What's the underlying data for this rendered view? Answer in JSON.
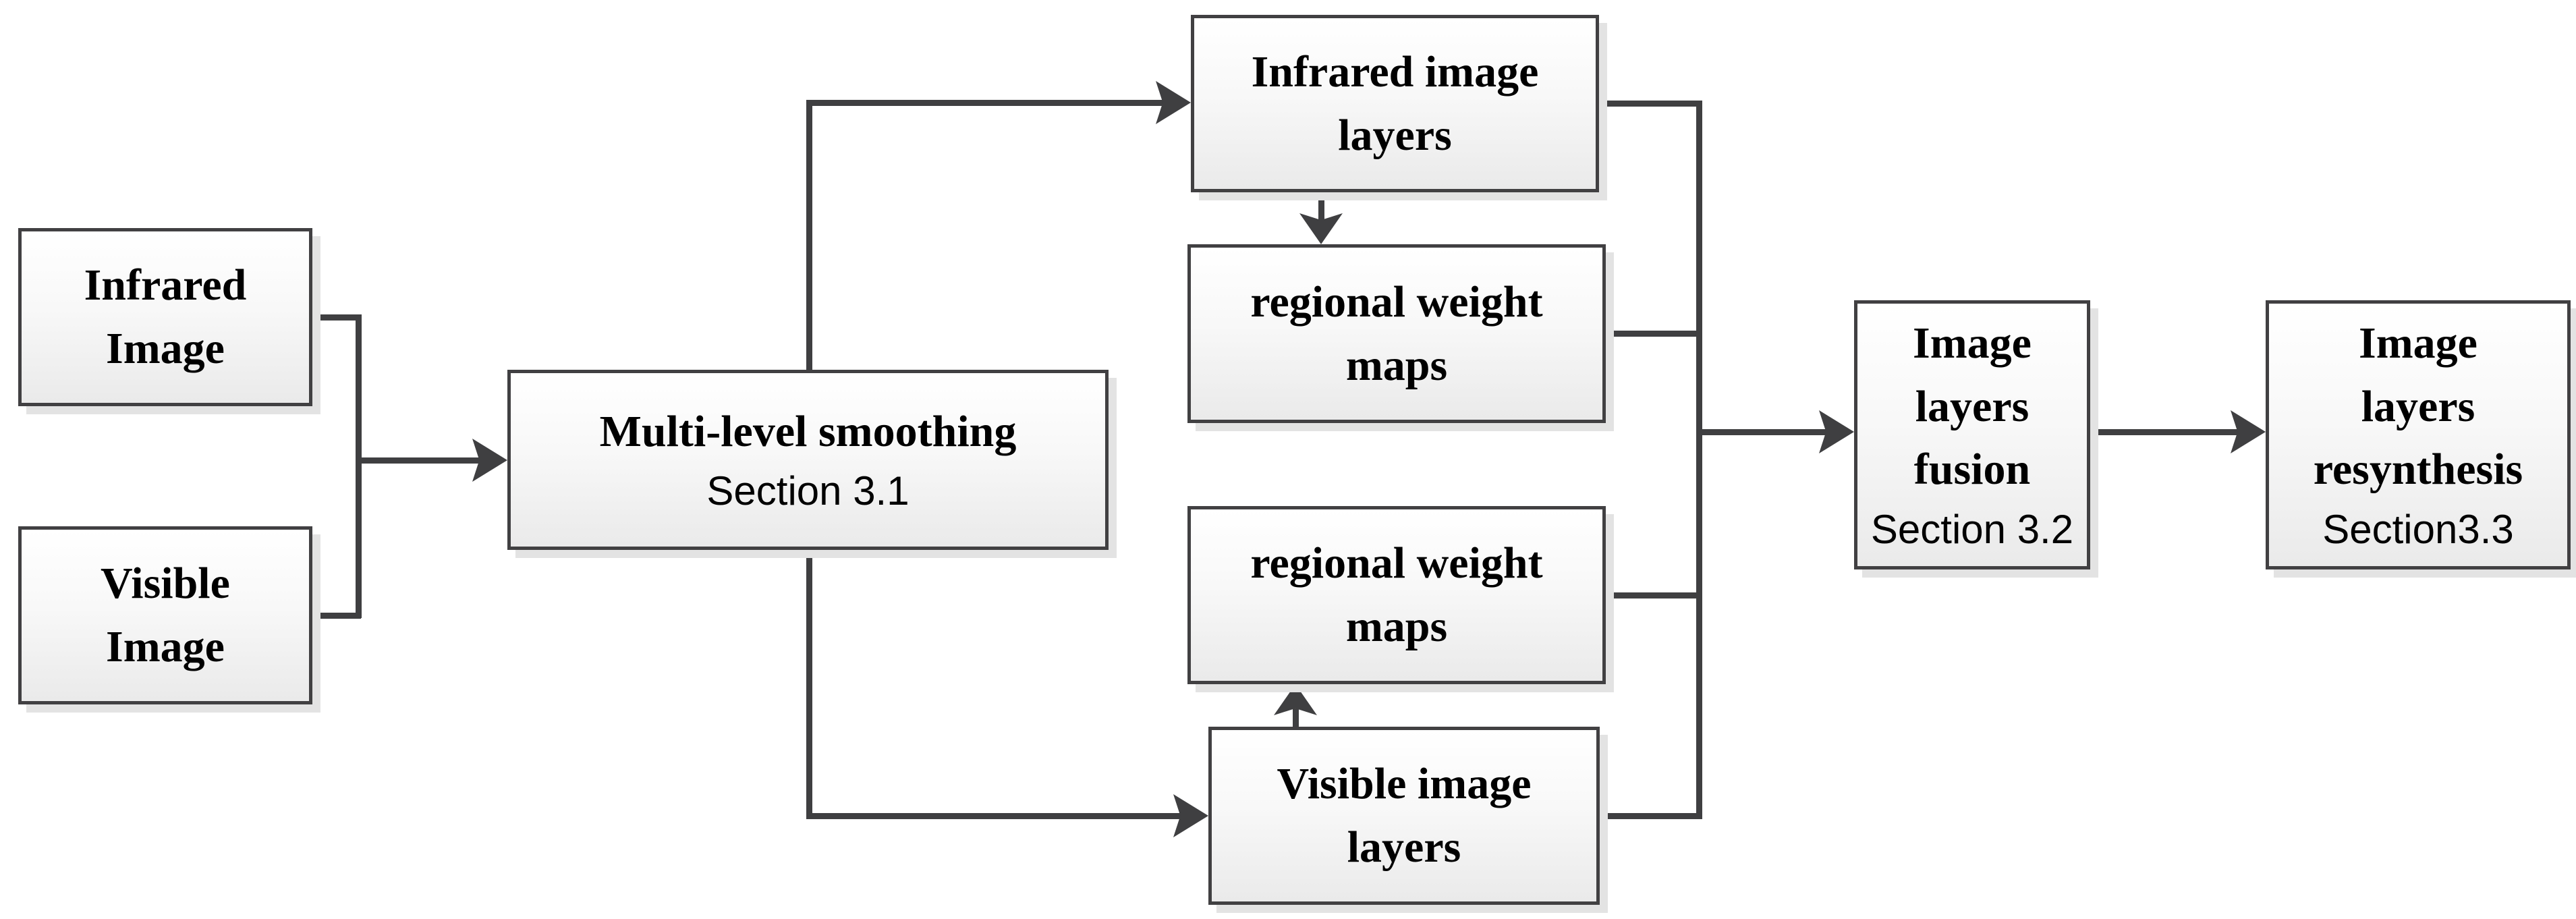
{
  "figure": {
    "type": "flowchart",
    "nodes": {
      "infrared_image": {
        "lines": [
          "Infrared",
          "Image"
        ]
      },
      "visible_image": {
        "lines": [
          "Visible",
          "Image"
        ]
      },
      "multi_level_smoothing": {
        "lines": [
          "Multi-level smoothing"
        ],
        "subtitle": "Section 3.1"
      },
      "infrared_image_layers": {
        "lines": [
          "Infrared image",
          "layers"
        ]
      },
      "regional_weight_maps_ir": {
        "lines": [
          "regional weight",
          "maps"
        ]
      },
      "regional_weight_maps_vis": {
        "lines": [
          "regional weight",
          "maps"
        ]
      },
      "visible_image_layers": {
        "lines": [
          "Visible image",
          "layers"
        ]
      },
      "image_layers_fusion": {
        "lines": [
          "Image",
          "layers",
          "fusion"
        ],
        "subtitle": "Section 3.2"
      },
      "image_layers_resynthesis": {
        "lines": [
          "Image",
          "layers",
          "resynthesis"
        ],
        "subtitle": "Section3.3"
      }
    },
    "edges": [
      {
        "from": "infrared_image",
        "to": "multi_level_smoothing"
      },
      {
        "from": "visible_image",
        "to": "multi_level_smoothing"
      },
      {
        "from": "multi_level_smoothing",
        "to": "infrared_image_layers"
      },
      {
        "from": "multi_level_smoothing",
        "to": "visible_image_layers"
      },
      {
        "from": "infrared_image_layers",
        "to": "regional_weight_maps_ir"
      },
      {
        "from": "visible_image_layers",
        "to": "regional_weight_maps_vis"
      },
      {
        "from": "infrared_image_layers",
        "to": "image_layers_fusion"
      },
      {
        "from": "regional_weight_maps_ir",
        "to": "image_layers_fusion"
      },
      {
        "from": "regional_weight_maps_vis",
        "to": "image_layers_fusion"
      },
      {
        "from": "visible_image_layers",
        "to": "image_layers_fusion"
      },
      {
        "from": "image_layers_fusion",
        "to": "image_layers_resynthesis"
      }
    ],
    "colors": {
      "connector": "#3f3f41",
      "box_border": "#414042",
      "box_fill_top": "#ffffff",
      "box_fill_bottom": "#eaeaea",
      "box_shadow": "#e3e3e3",
      "text": "#000000",
      "background": "#ffffff"
    }
  }
}
